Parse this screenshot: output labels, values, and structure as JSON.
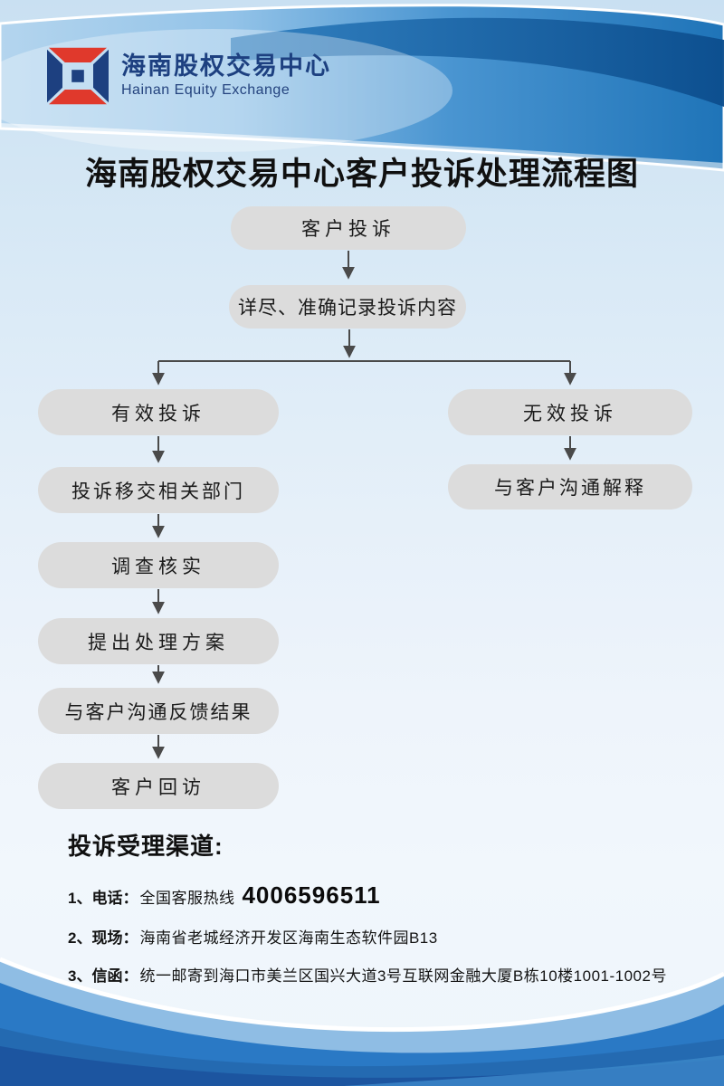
{
  "header": {
    "logo_cn": "海南股权交易中心",
    "logo_en": "Hainan Equity Exchange"
  },
  "title": "海南股权交易中心客户投诉处理流程图",
  "flow": {
    "nodes": [
      {
        "id": "customer-complaint",
        "label": "客户投诉"
      },
      {
        "id": "record-complaint",
        "label": "详尽、准确记录投诉内容"
      },
      {
        "id": "valid-complaint",
        "label": "有效投诉"
      },
      {
        "id": "transfer-department",
        "label": "投诉移交相关部门"
      },
      {
        "id": "investigate-verify",
        "label": "调查核实"
      },
      {
        "id": "propose-solution",
        "label": "提出处理方案"
      },
      {
        "id": "feedback-result",
        "label": "与客户沟通反馈结果"
      },
      {
        "id": "customer-revisit",
        "label": "客户回访"
      },
      {
        "id": "invalid-complaint",
        "label": "无效投诉"
      },
      {
        "id": "communicate-explain",
        "label": "与客户沟通解释"
      }
    ],
    "node_fill": "#dcdcdc",
    "connector_color": "#4a4a4a"
  },
  "channels": {
    "heading": "投诉受理渠道:",
    "items": [
      {
        "label": "1、电话：",
        "text": "全国客服热线",
        "highlight": "4006596511"
      },
      {
        "label": "2、现场：",
        "text": "海南省老城经济开发区海南生态软件园B13",
        "highlight": ""
      },
      {
        "label": "3、信函：",
        "text": "统一邮寄到海口市美兰区国兴大道3号互联网金融大厦B栋10楼1001-1002号",
        "highlight": ""
      }
    ]
  },
  "colors": {
    "page_bg_top": "#c9e0f2",
    "page_bg_mid": "#eef4fb",
    "band_light": "#aed2ec",
    "band_blue": "#2f80c3",
    "band_dark": "#0d4f90",
    "logo_navy": "#1d4080",
    "logo_red": "#e0392c",
    "wave_bright": "#2a79c5",
    "wave_dark": "#1c55a0",
    "node_fill": "#dcdcdc",
    "text_black": "#101010"
  }
}
